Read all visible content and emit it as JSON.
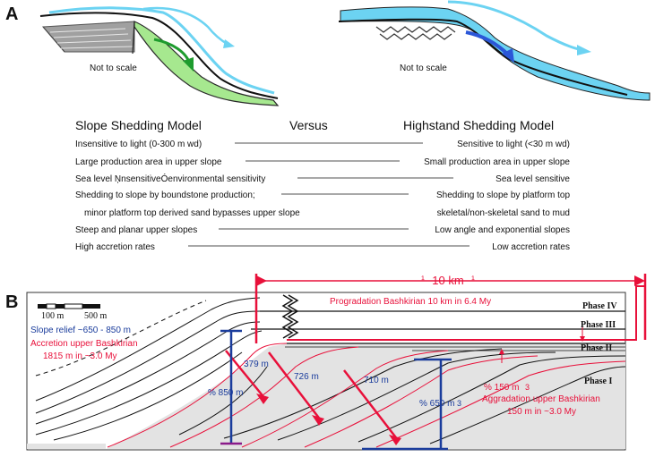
{
  "panel_a": {
    "label": "A",
    "note_left": "Not to scale",
    "note_right": "Not to scale",
    "title_left": "Slope Shedding Model",
    "title_mid": "Versus",
    "title_right": "Highstand Shedding Model",
    "rows": [
      {
        "left": "Insensitive to light (0-300 m wd)",
        "right": "Sensitive to light (<30 m wd)"
      },
      {
        "left": "Large production area in upper slope",
        "right": "Small production area in upper slope"
      },
      {
        "left": "Sea level ŅnsensitiveÓenvironmental sensitivity",
        "right": "Sea level sensitive"
      },
      {
        "left": "Shedding to slope by boundstone production;",
        "right": "Shedding to slope by platform top"
      },
      {
        "left": "minor platform top derived sand bypasses upper slope",
        "right": "skeletal/non-skeletal sand to mud"
      },
      {
        "left": "Steep and planar upper slopes",
        "right": "Low angle and exponential slopes"
      },
      {
        "left": "High accretion rates",
        "right": "Low accretion rates"
      }
    ]
  },
  "panel_b": {
    "label": "B",
    "scale_100": "100 m",
    "scale_500": "500 m",
    "distance": "10 km",
    "distance_prefix": "¹",
    "distance_suffix": "¹",
    "progradation": "Progradation Bashkirian 10 km in 6.4 My",
    "slope_relief": "Slope relief ~650 - 850 m",
    "accretion_1": "Accretion upper Bashkirian",
    "accretion_2": "1815 m in ~3.0 My",
    "phase_4": "Phase IV",
    "phase_3": "Phase III",
    "phase_2": "Phase II",
    "phase_1": "Phase I",
    "m379": "379 m",
    "m726": "726 m",
    "m710": "710 m",
    "m850": "% 850 m",
    "m650": "% 650 m",
    "m650_suffix": "3",
    "m150": "% 150 m",
    "m150_suffix": "3",
    "aggradation_1": "Aggradation upper Bashkirian",
    "aggradation_2": "150 m in ~3.0 My"
  },
  "colors": {
    "red": "#e8103a",
    "blue": "#1a3c9c",
    "cyan": "#6cd3f2",
    "green": "#a6e88f",
    "gray_fill": "#e3e3e3",
    "bar_gray": "#a8a8a8"
  }
}
